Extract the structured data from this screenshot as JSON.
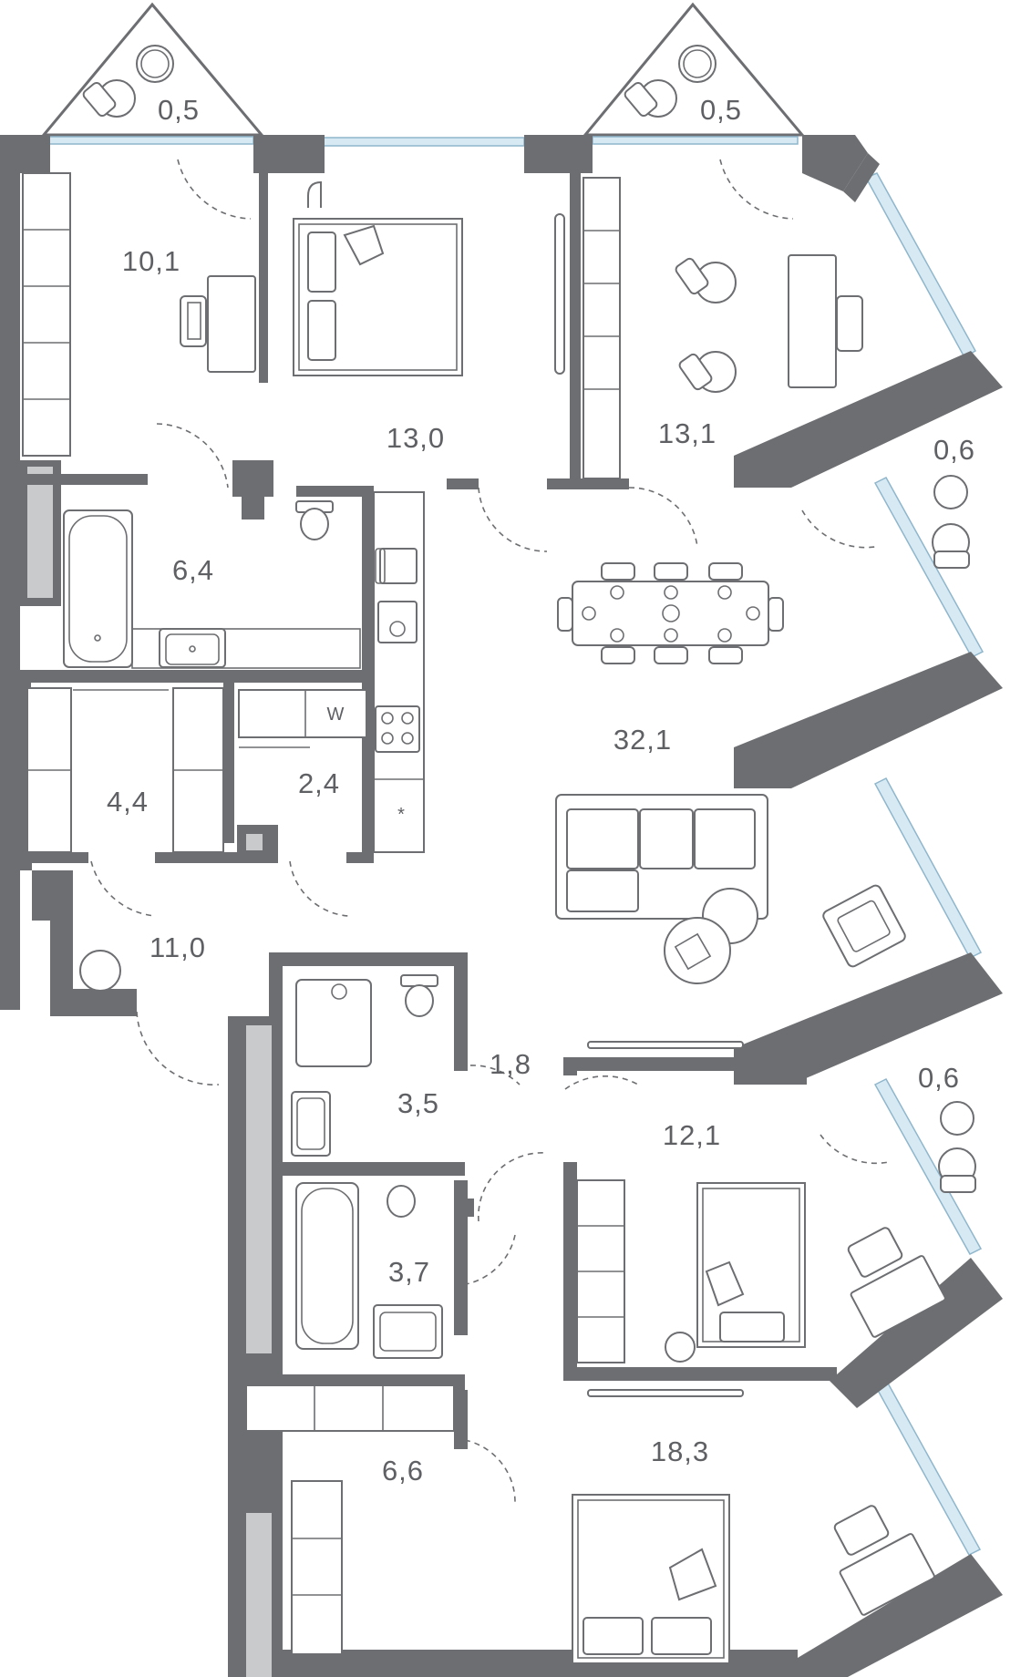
{
  "rooms": [
    {
      "id": "balcony-left",
      "area": "0,5"
    },
    {
      "id": "balcony-right",
      "area": "0,5"
    },
    {
      "id": "study",
      "area": "10,1"
    },
    {
      "id": "bedroom-1",
      "area": "13,0"
    },
    {
      "id": "office",
      "area": "13,1"
    },
    {
      "id": "balcony-east-1",
      "area": "0,6"
    },
    {
      "id": "bathroom-1",
      "area": "6,4"
    },
    {
      "id": "living-kitchen",
      "area": "32,1"
    },
    {
      "id": "closet",
      "area": "4,4"
    },
    {
      "id": "laundry",
      "area": "2,4"
    },
    {
      "id": "hallway",
      "area": "11,0"
    },
    {
      "id": "corridor",
      "area": "1,8"
    },
    {
      "id": "shower-room",
      "area": "3,5"
    },
    {
      "id": "bedroom-2",
      "area": "12,1"
    },
    {
      "id": "balcony-east-2",
      "area": "0,6"
    },
    {
      "id": "bathroom-2",
      "area": "3,7"
    },
    {
      "id": "dressing-room",
      "area": "6,6"
    },
    {
      "id": "master-bedroom",
      "area": "18,3"
    }
  ],
  "labels": {
    "washer": "W",
    "fridge": "*"
  }
}
